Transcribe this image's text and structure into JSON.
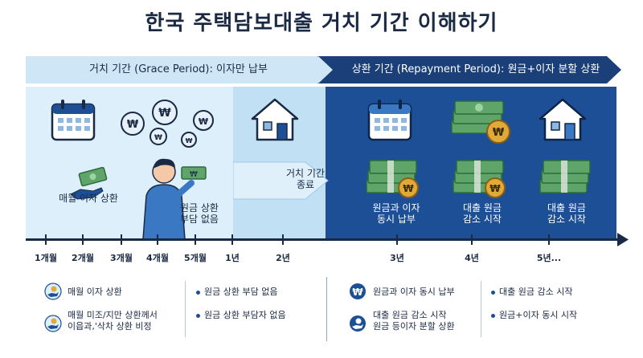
{
  "title": "한국 주택담보대출 거치 기간 이해하기",
  "banners": {
    "grace": "거치 기간 (Grace Period): 이자만 납부",
    "repayment": "상환 기간 (Repayment Period): 원금+이자 분할 상환"
  },
  "panels": {
    "grace_pay_label": "매월 이자 상환",
    "grace_person_label": "원금 상환\n부담 없음",
    "grace_end_label": "거치 기간\n종료",
    "repay_1_label": "원금과 이자\n동시 납부",
    "repay_2_label": "대출 원금\n감소 시작",
    "repay_3_label": "대출 원금\n감소 시작"
  },
  "timeline": {
    "ticks": [
      "1개월",
      "2개월",
      "3개월",
      "4개월",
      "5개월",
      "1년",
      "2년",
      "3년",
      "4년",
      "5년..."
    ]
  },
  "legend": {
    "left_1": "매월 이자 상환",
    "left_2": "매월 미조/지만 상환께서\n이읍과,'삭차 상환 비정",
    "left_b1": "원금 상환 부담 없음",
    "left_b2": "원금 상환 부담자 없음",
    "right_1": "원금과 이자 동시 납부",
    "right_2": "대출 원금 감소 시작\n원금 등이자 분할 상환",
    "right_b1": "대출 원금 감소 시작",
    "right_b2": "원금+이자 동시 시작"
  },
  "icons": {
    "calendar": "calendar-icon",
    "coin": "won-coin-icon",
    "house": "house-icon",
    "money": "money-stack-icon",
    "hand": "hand-cash-icon",
    "person": "person-icon"
  },
  "colors": {
    "navy": "#1c4f96",
    "light_blue": "#ddeffa",
    "mid_blue": "#c2e0f3",
    "banner_light": "#cfe6f6",
    "banner_dark": "#1b3f78",
    "money_green": "#5fa56a",
    "coin_gold": "#e0a93a"
  }
}
